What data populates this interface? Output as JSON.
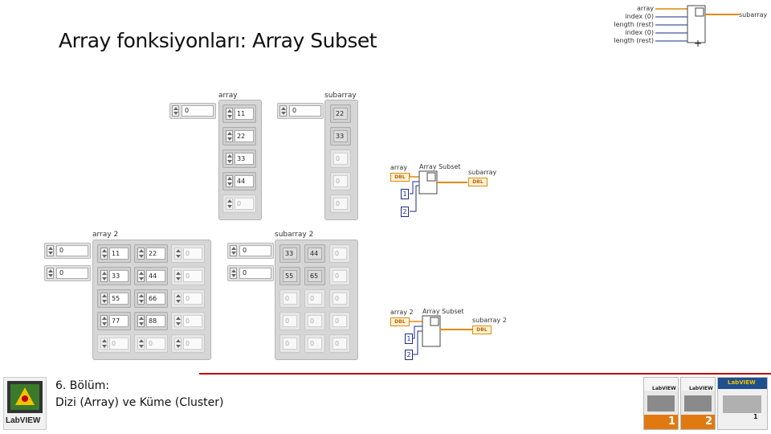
{
  "slide_title": "Array fonksiyonları: Array Subset",
  "footer": {
    "chapter": "6. Bölüm:",
    "subtitle": "Dizi (Array) ve Küme (Cluster)",
    "logo_text": "LabVIEW"
  },
  "node_help": {
    "inputs": [
      "array",
      "index (0)",
      "length (rest)",
      "index (0)",
      "length (rest)"
    ],
    "output": "subarray"
  },
  "panel1": {
    "array_label": "array",
    "index": "0",
    "values": [
      "11",
      "22",
      "33",
      "44",
      "0"
    ],
    "subarray_label": "subarray",
    "sub_index": "0",
    "sub_values": [
      "22",
      "33",
      "0",
      "0",
      "0"
    ]
  },
  "panel2": {
    "array_label": "array 2",
    "index_row": "0",
    "index_col": "0",
    "rows": [
      [
        "11",
        "22",
        "0"
      ],
      [
        "33",
        "44",
        "0"
      ],
      [
        "55",
        "66",
        "0"
      ],
      [
        "77",
        "88",
        "0"
      ],
      [
        "0",
        "0",
        "0"
      ]
    ],
    "subarray_label": "subarray 2",
    "sub_index_row": "0",
    "sub_index_col": "0",
    "sub_rows": [
      [
        "33",
        "44",
        "0"
      ],
      [
        "55",
        "65",
        "0"
      ],
      [
        "0",
        "0",
        "0"
      ],
      [
        "0",
        "0",
        "0"
      ],
      [
        "0",
        "0",
        "0"
      ]
    ]
  },
  "diagram1": {
    "in_label": "array",
    "func_label": "Array Subset",
    "out_label": "subarray",
    "type_tag": "DBL",
    "consts": [
      "1",
      "2"
    ]
  },
  "diagram2": {
    "in_label": "array 2",
    "func_label": "Array Subset",
    "out_label": "subarray 2",
    "type_tag": "DBL",
    "consts": [
      "1",
      "2"
    ]
  },
  "books": [
    {
      "brand": "LabVIEW",
      "number": "1"
    },
    {
      "brand": "LabVIEW",
      "number": "2"
    },
    {
      "brand": "LabVIEW",
      "number": "1"
    }
  ],
  "colors": {
    "accent_red": "#c00000",
    "wire_orange": "#e08a00",
    "const_blue": "#1a2b8a"
  }
}
